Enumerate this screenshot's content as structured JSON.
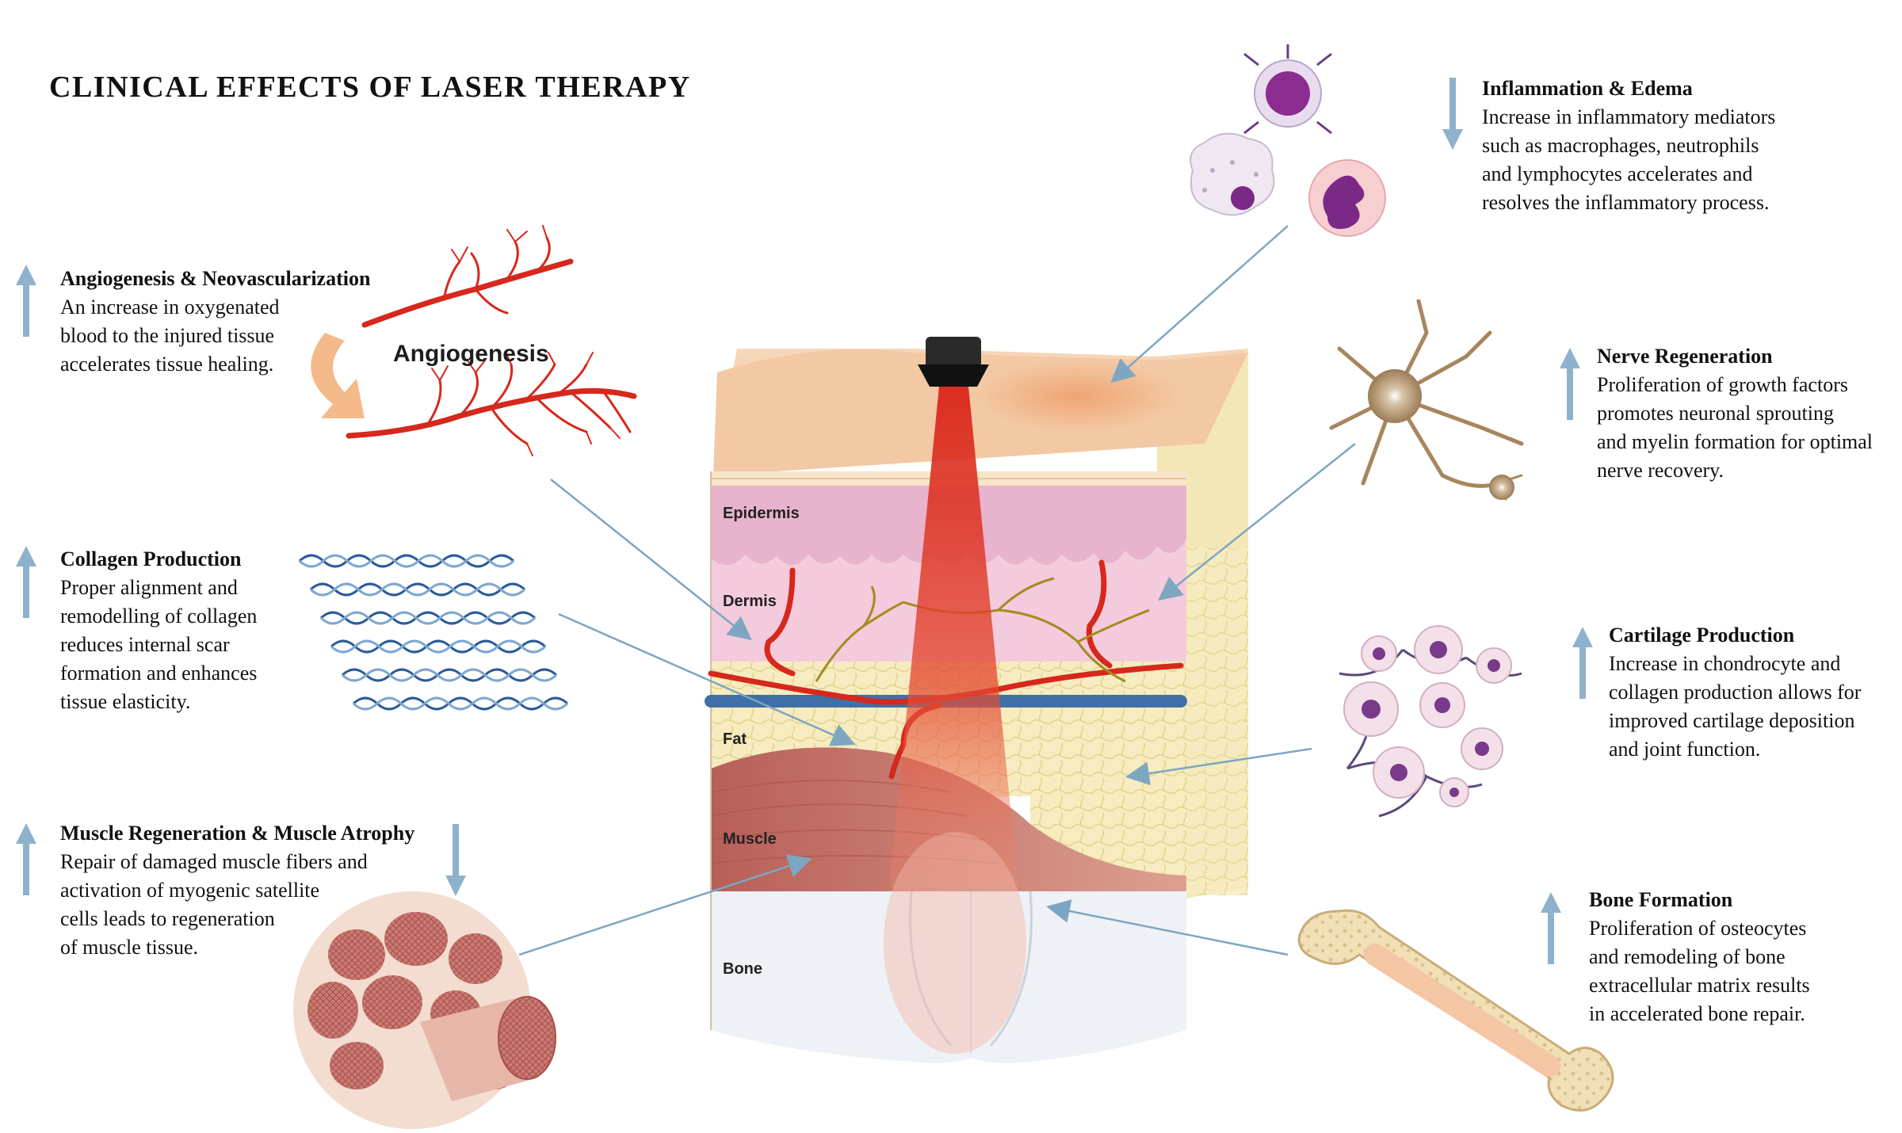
{
  "title": "CLINICAL EFFECTS OF LASER THERAPY",
  "colors": {
    "arrow_blue": "#8fb2cc",
    "laser_red": "#e0301e",
    "vessel_red": "#d6281c",
    "vein_blue": "#3f6fa6",
    "nerve_gold": "#a38b1f",
    "epidermis_pink": "#e8b4cf",
    "dermis_pink": "#f2cadc",
    "fat_yellow": "#f5eab8",
    "muscle_red": "#c0675f",
    "skin_tan": "#f2c9a4"
  },
  "diagram_label": "Angiogenesis",
  "layers": {
    "epidermis": "Epidermis",
    "dermis": "Dermis",
    "fat": "Fat",
    "muscle": "Muscle",
    "bone": "Bone"
  },
  "effects": {
    "angiogenesis": {
      "direction": "increase",
      "icon": "up-arrow-icon",
      "heading": "Angiogenesis & Neovascularization",
      "lines": [
        "An increase in oxygenated",
        "blood to the injured tissue",
        "accelerates tissue healing."
      ]
    },
    "collagen": {
      "direction": "increase",
      "icon": "up-arrow-icon",
      "heading": "Collagen Production",
      "lines": [
        "Proper alignment and",
        "remodelling of collagen",
        "reduces internal scar",
        "formation and enhances",
        "tissue elasticity."
      ]
    },
    "muscle": {
      "direction": "increase and decrease",
      "icon": "up-and-down-arrow-icons",
      "heading": "Muscle Regeneration & Muscle Atrophy",
      "lines": [
        "Repair of damaged muscle fibers and",
        "activation of myogenic satellite",
        "cells leads to regeneration",
        "of muscle tissue."
      ]
    },
    "inflammation": {
      "direction": "decrease",
      "icon": "down-arrow-icon",
      "heading": "Inflammation & Edema",
      "lines": [
        "Increase in inflammatory mediators",
        "such as macrophages, neutrophils",
        "and lymphocytes accelerates and",
        "resolves the inflammatory process."
      ]
    },
    "nerve": {
      "direction": "increase",
      "icon": "up-arrow-icon",
      "heading": "Nerve Regeneration",
      "lines": [
        "Proliferation of growth factors",
        "promotes neuronal sprouting",
        "and myelin formation for optimal",
        "nerve recovery."
      ]
    },
    "cartilage": {
      "direction": "increase",
      "icon": "up-arrow-icon",
      "heading": "Cartilage Production",
      "lines": [
        "Increase in chondrocyte and",
        "collagen production allows for",
        "improved cartilage deposition",
        "and joint function."
      ]
    },
    "bone": {
      "direction": "increase",
      "icon": "up-arrow-icon",
      "heading": "Bone Formation",
      "lines": [
        "Proliferation of osteocytes",
        "and remodeling of bone",
        "extracellular matrix results",
        "in accelerated bone repair."
      ]
    }
  }
}
